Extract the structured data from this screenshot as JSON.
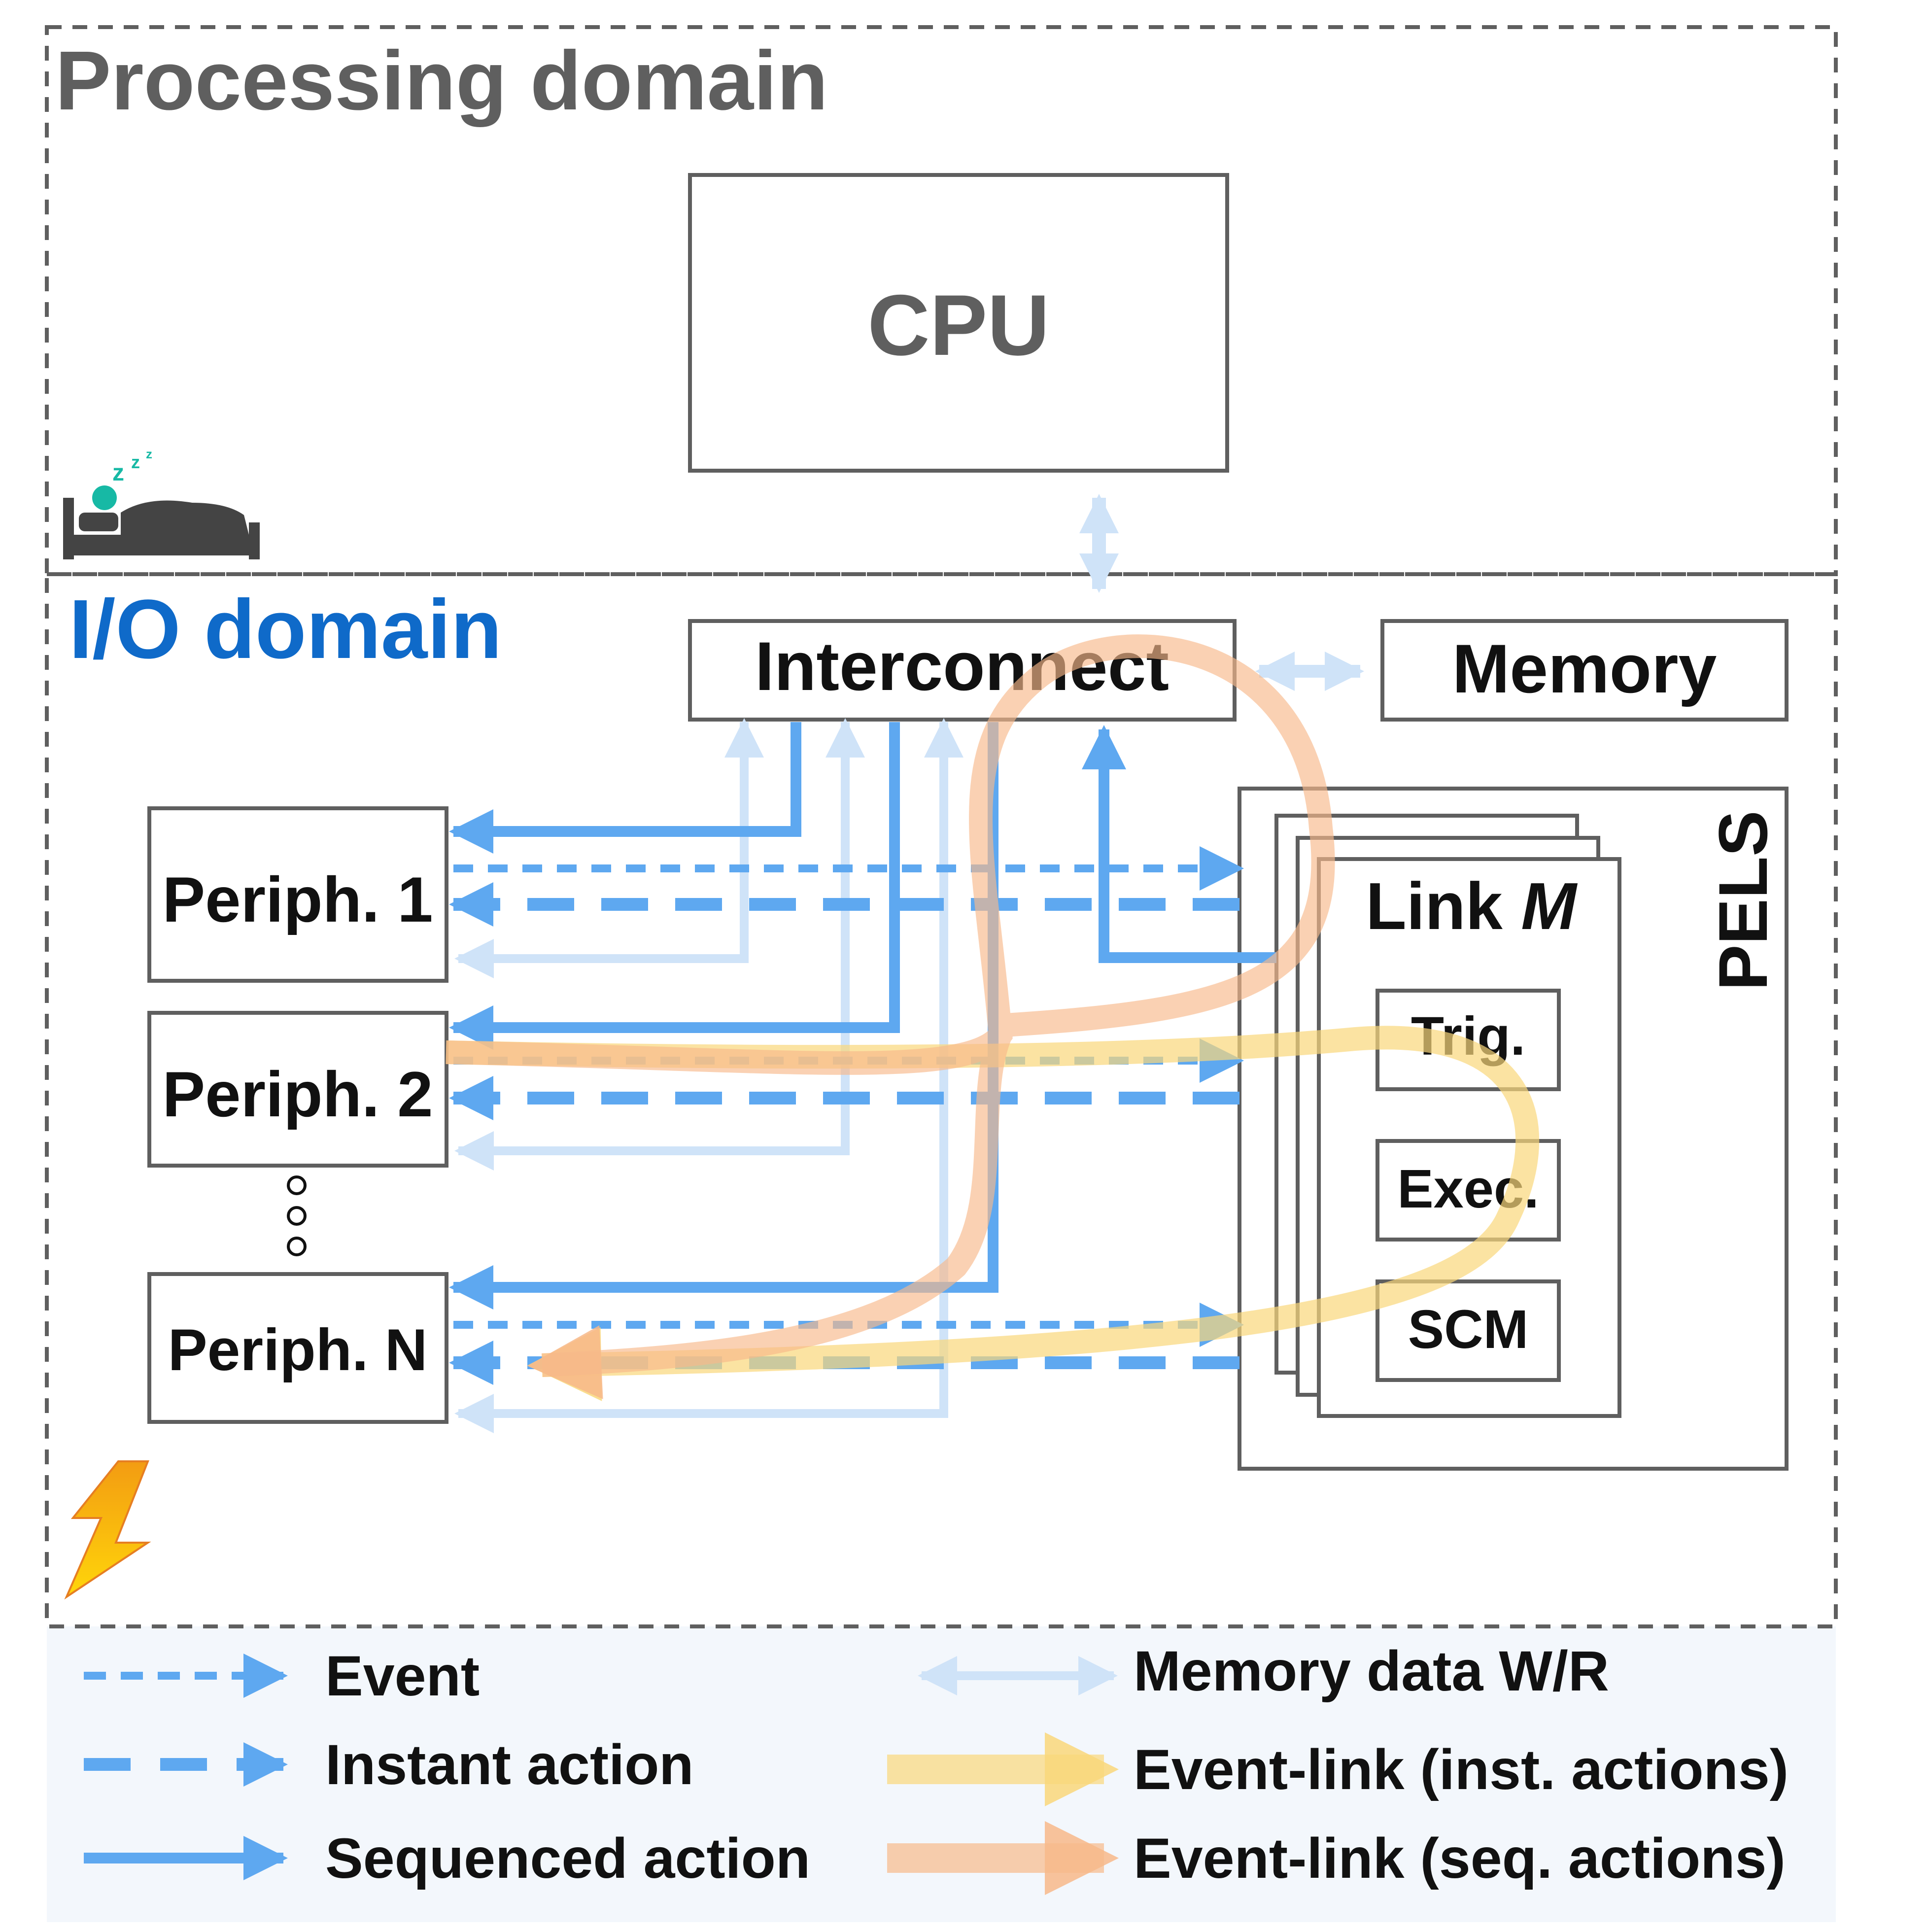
{
  "domains": {
    "processing": {
      "title": "Processing domain"
    },
    "io": {
      "title": "I/O domain"
    }
  },
  "blocks": {
    "cpu": "CPU",
    "interconnect": "Interconnect",
    "memory": "Memory",
    "periph1": "Periph. 1",
    "periph2": "Periph. 2",
    "periphN": "Periph. N",
    "pels": "PELS",
    "link_prefix": "Link ",
    "link_index": "M",
    "trig": "Trig.",
    "exec": "Exec.",
    "scm": "SCM"
  },
  "legend": {
    "event": "Event",
    "instant_action": "Instant action",
    "sequenced_action": "Sequenced action",
    "memory_rw": "Memory data W/R",
    "event_link_inst": "Event-link (inst. actions)",
    "event_link_seq": "Event-link (seq. actions)"
  },
  "colors": {
    "event": "#5ea8f0",
    "memory": "#cfe3f8",
    "inst_link": "#f9d77a",
    "seq_link": "#f7b98a",
    "io_title": "#0f6ac9",
    "proc_title": "#5f5f5f",
    "legend_bg": "#f3f7fc"
  },
  "icons": [
    "sleeping-person-icon",
    "lightning-icon",
    "ellipsis-dots-icon"
  ]
}
